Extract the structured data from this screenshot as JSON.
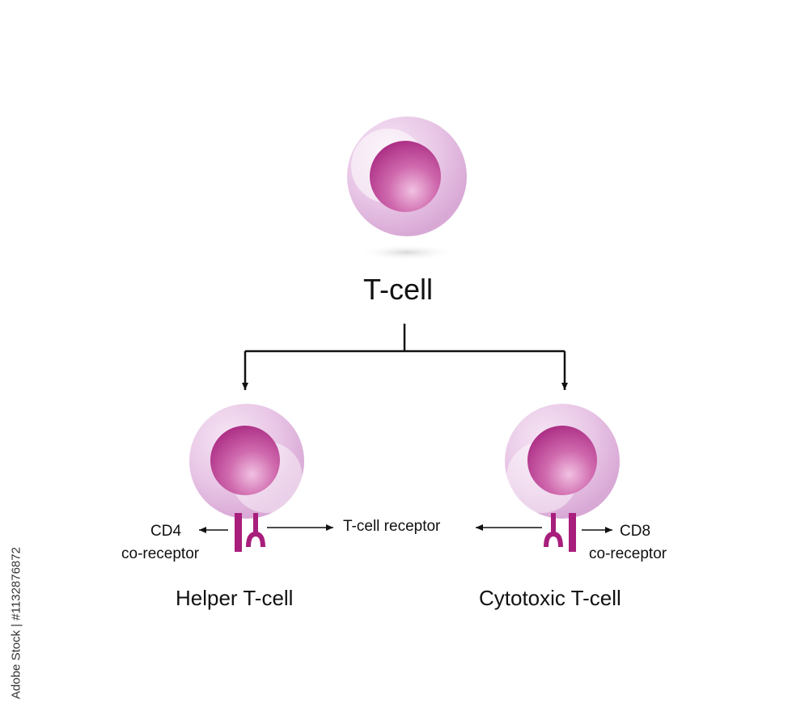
{
  "diagram": {
    "root_label": "T-cell",
    "left_label": "Helper T-cell",
    "right_label": "Cytotoxic T-cell",
    "receptor_label": "T-cell receptor",
    "cd4_line1": "CD4",
    "cd4_line2": "co-receptor",
    "cd8_line1": "CD8",
    "cd8_line2": "co-receptor"
  },
  "watermark": {
    "text": "Adobe Stock | #1132876872"
  },
  "colors": {
    "cell_membrane": "#f0d9ee",
    "nucleus": "#b8308a",
    "receptor": "#a81e7c",
    "arrow": "#111111"
  }
}
